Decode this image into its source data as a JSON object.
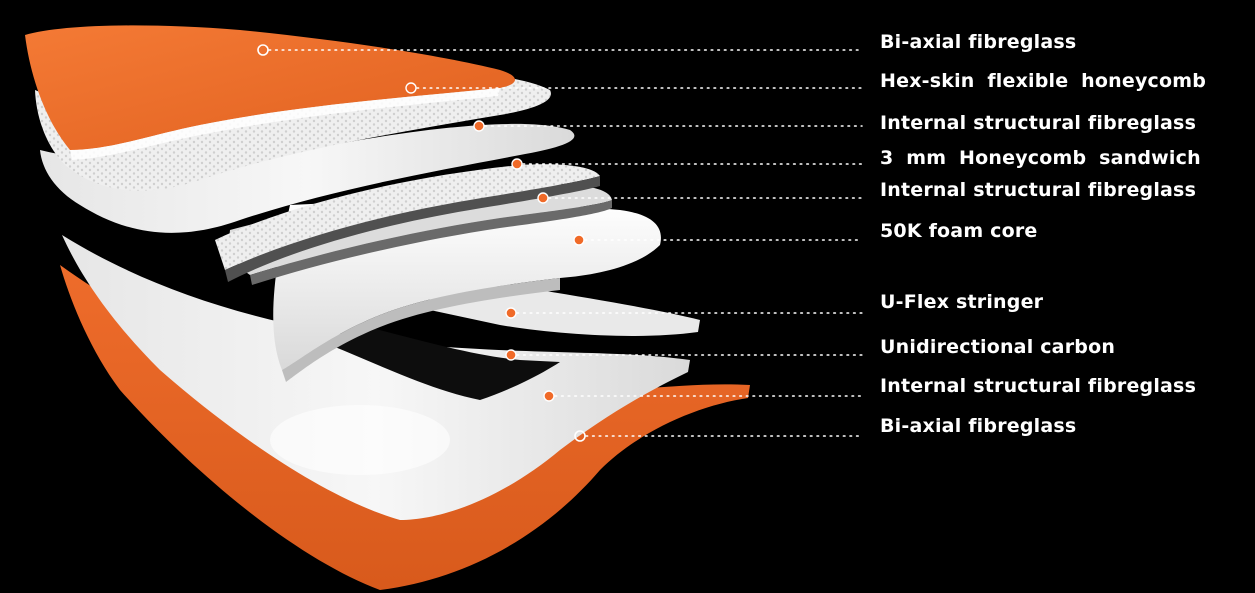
{
  "colors": {
    "background": "#000000",
    "orange": "#ee6a2a",
    "orange_dark": "#c9541c",
    "layer_white": "#f2f2f2",
    "layer_grey": "#b9b9b9",
    "carbon": "#0d0d0d",
    "label_text": "#ffffff",
    "dotted_line": "#ffffff",
    "marker": "#f06a28"
  },
  "layers": [
    {
      "label": "Bi-axial fibreglass",
      "marker": "hollow"
    },
    {
      "label": "Hex-skin  flexible  honeycomb",
      "marker": "filled"
    },
    {
      "label": "Internal structural fibreglass",
      "marker": "filled"
    },
    {
      "label": "3  mm  Honeycomb  sandwich",
      "marker": "filled"
    },
    {
      "label": "Internal structural fibreglass",
      "marker": "filled"
    },
    {
      "label": "50K foam core",
      "marker": "filled"
    },
    {
      "label": "U-Flex stringer",
      "marker": "filled"
    },
    {
      "label": "Unidirectional carbon",
      "marker": "filled"
    },
    {
      "label": "Internal structural fibreglass",
      "marker": "filled"
    },
    {
      "label": "Bi-axial fibreglass",
      "marker": "hollow"
    }
  ]
}
